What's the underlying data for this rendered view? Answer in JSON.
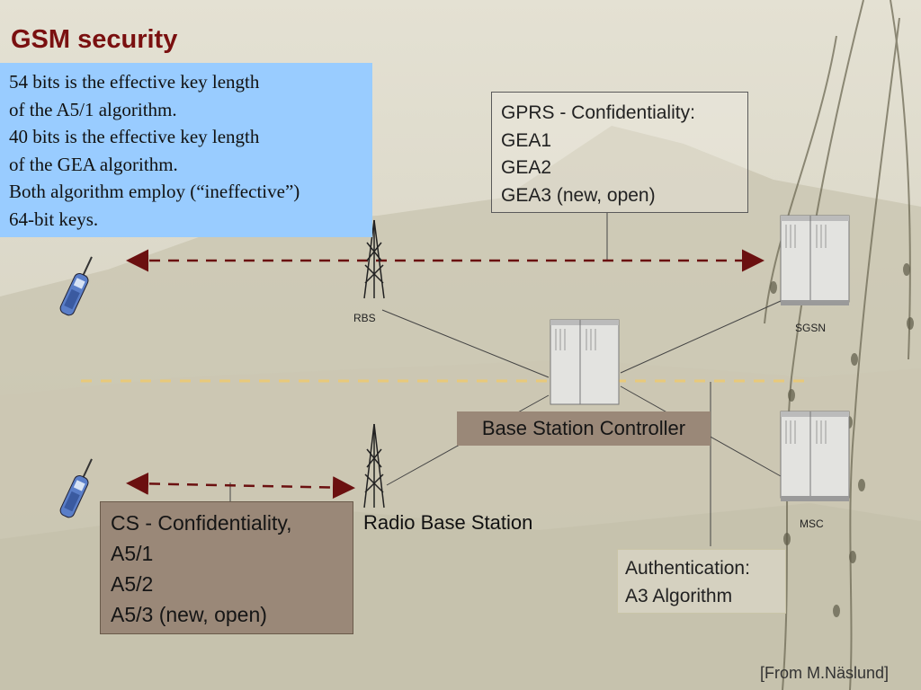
{
  "title": "GSM security",
  "key_note": {
    "lines": [
      "54 bits is the effective key length",
      "of the A5/1 algorithm.",
      "40 bits is the effective key length",
      "of the GEA algorithm.",
      "Both algorithm employ (“ineffective”)",
      "64-bit keys."
    ]
  },
  "gprs": {
    "lines": [
      "GPRS - Confidentiality:",
      "GEA1",
      "GEA2",
      "GEA3 (new, open)"
    ]
  },
  "cs": {
    "lines": [
      "CS - Confidentiality,",
      "A5/1",
      "A5/2",
      "A5/3 (new, open)"
    ]
  },
  "auth": {
    "lines": [
      "Authentication:",
      "A3 Algorithm"
    ]
  },
  "nodes": {
    "rbs": "RBS",
    "radio_base_station": "Radio Base Station",
    "bsc": "Base Station Controller",
    "sgsn": "SGSN",
    "msc": "MSC"
  },
  "credit": "[From M.Näslund]",
  "colors": {
    "title": "#7a1010",
    "arrow": "#6b1010",
    "note_box": "#99ccff",
    "brown_box": "#9a8878",
    "divider": "#e8c97a"
  }
}
